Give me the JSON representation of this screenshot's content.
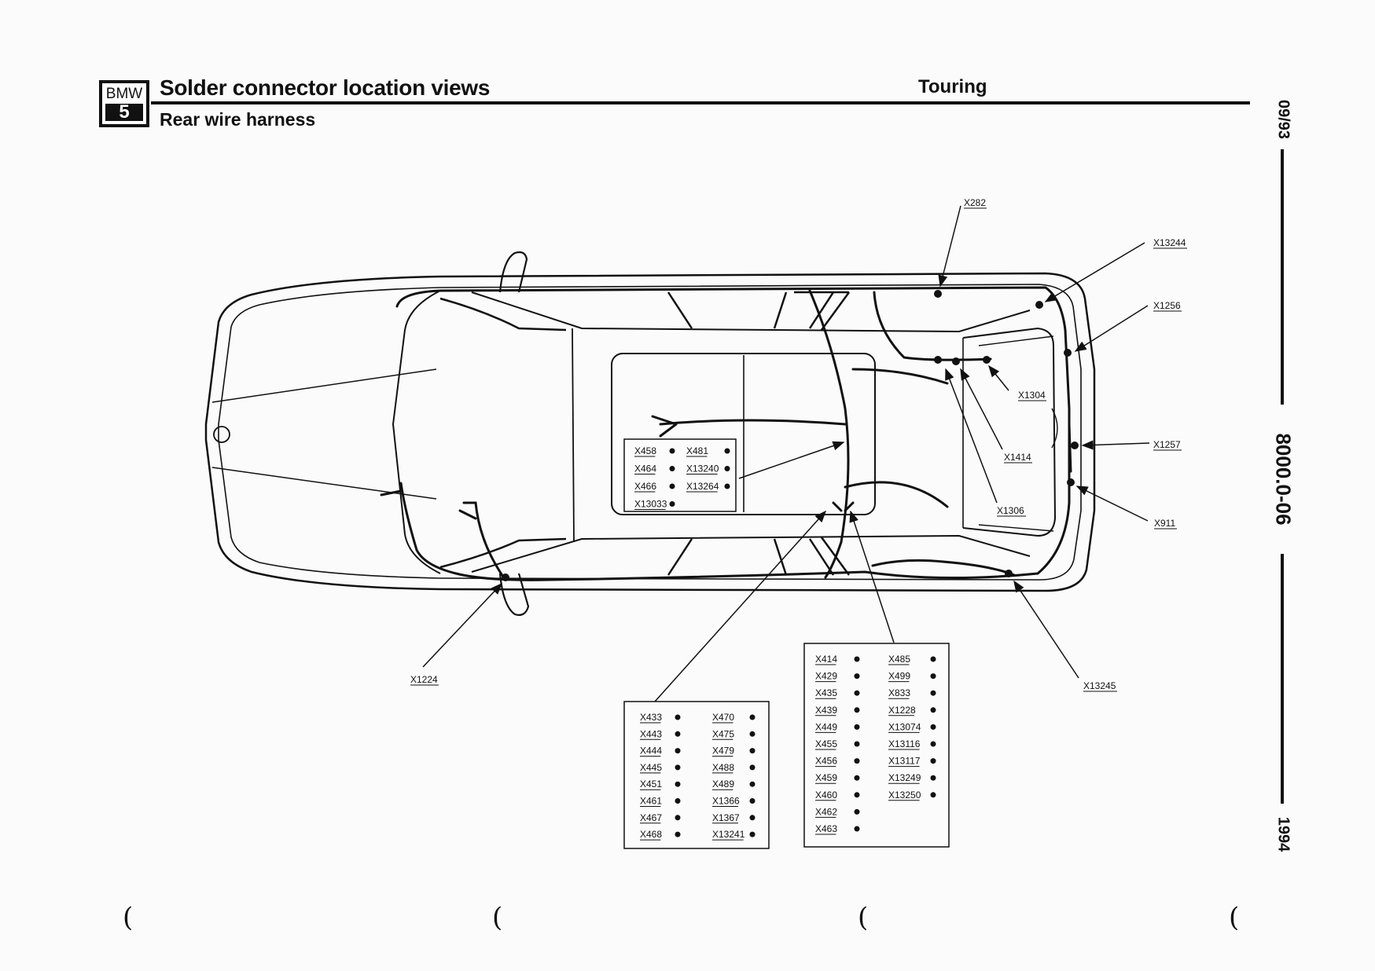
{
  "header": {
    "logo_brand": "BMW",
    "logo_model": "5",
    "title": "Solder connector location views",
    "subtitle": "Rear wire harness",
    "variant": "Touring"
  },
  "side": {
    "date": "09/93",
    "code": "8000.0-06",
    "year": "1994"
  },
  "callouts": {
    "x282": "X282",
    "x13244": "X13244",
    "x1256": "X1256",
    "x1304": "X1304",
    "x1414": "X1414",
    "x1306": "X1306",
    "x1257": "X1257",
    "x911": "X911",
    "x1224": "X1224",
    "x13245": "X13245"
  },
  "box_roof": {
    "left": [
      "X458",
      "X464",
      "X466",
      "X13033"
    ],
    "right": [
      "X481",
      "X13240",
      "X13264"
    ]
  },
  "box_lower_left": {
    "left": [
      "X433",
      "X443",
      "X444",
      "X445",
      "X451",
      "X461",
      "X467",
      "X468"
    ],
    "right": [
      "X470",
      "X475",
      "X479",
      "X488",
      "X489",
      "X1366",
      "X1367",
      "X13241"
    ]
  },
  "box_lower_right": {
    "left": [
      "X414",
      "X429",
      "X435",
      "X439",
      "X449",
      "X455",
      "X456",
      "X459",
      "X460",
      "X462",
      "X463"
    ],
    "right": [
      "X485",
      "X499",
      "X833",
      "X1228",
      "X13074",
      "X13116",
      "X13117",
      "X13249",
      "X13250"
    ]
  },
  "colors": {
    "ink": "#111111",
    "paper": "#fbfbfb"
  }
}
